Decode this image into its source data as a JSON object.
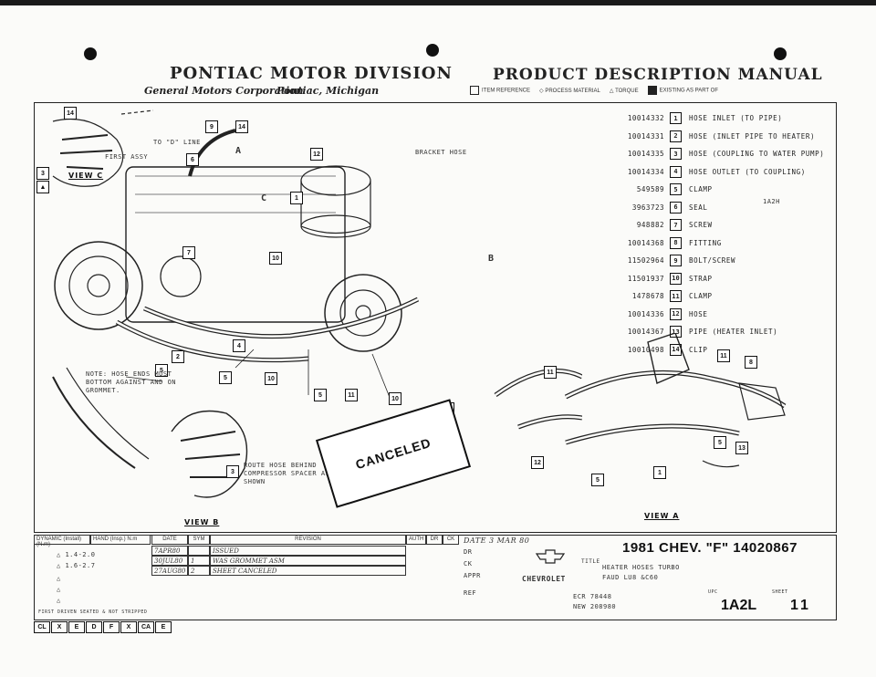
{
  "header": {
    "division": "PONTIAC MOTOR DIVISION",
    "corporation": "General Motors Corporation",
    "location": "Pontiac, Michigan",
    "manual_title": "PRODUCT DESCRIPTION MANUAL",
    "legend": [
      "ITEM REFERENCE",
      "PROCESS MATERIAL",
      "TORQUE",
      "EXISTING AS PART OF"
    ]
  },
  "parts": [
    {
      "index": "1",
      "number": "10014332",
      "description": "HOSE INLET (TO PIPE)"
    },
    {
      "index": "2",
      "number": "10014331",
      "description": "HOSE (INLET PIPE TO HEATER)"
    },
    {
      "index": "3",
      "number": "10014335",
      "description": "HOSE (COUPLING TO WATER PUMP)"
    },
    {
      "index": "4",
      "number": "10014334",
      "description": "HOSE OUTLET (TO COUPLING)"
    },
    {
      "index": "5",
      "number": "549589",
      "description": "CLAMP"
    },
    {
      "index": "6",
      "number": "3963723",
      "description": "SEAL"
    },
    {
      "index": "7",
      "number": "948882",
      "description": "SCREW"
    },
    {
      "index": "8",
      "number": "10014368",
      "description": "FITTING"
    },
    {
      "index": "9",
      "number": "11502964",
      "description": "BOLT/SCREW"
    },
    {
      "index": "10",
      "number": "11501937",
      "description": "STRAP"
    },
    {
      "index": "11",
      "number": "1478678",
      "description": "CLAMP"
    },
    {
      "index": "12",
      "number": "10014336",
      "description": "HOSE"
    },
    {
      "index": "13",
      "number": "10014367",
      "description": "PIPE (HEATER INLET)"
    },
    {
      "index": "14",
      "number": "10010498",
      "description": "CLIP"
    }
  ],
  "seal_screw_ref": "1A2H",
  "labels": {
    "view_c": "VIEW C",
    "view_b": "VIEW B",
    "view_a": "VIEW A",
    "bracket_note": "BRACKET HOSE",
    "hose_note": "NOTE: HOSE ENDS MUST BOTTOM AGAINST AND ON GROMMET.",
    "route_note": "ROUTE HOSE BEHIND COMPRESSOR SPACER AS SHOWN",
    "to_line": "TO \"D\" LINE",
    "first_assy": "FIRST ASSY",
    "callout_a": "A",
    "callout_b": "B",
    "callout_c": "C"
  },
  "stamp": "CANCELED",
  "title_block": {
    "dynamic_label": "DYNAMIC (Install)(N.m)",
    "hand_label": "HAND (Insp.) N.m",
    "torque_1": "1.4-2.0",
    "torque_2": "1.6-2.7",
    "revisions_header": [
      "DATE",
      "SYM",
      "REVISION",
      "AUTH",
      "DR",
      "CK"
    ],
    "revisions": [
      {
        "date": "7APR80",
        "sym": "",
        "text": "ISSUED"
      },
      {
        "date": "30JUL80",
        "sym": "1",
        "text": "WAS GROMMET ASM"
      },
      {
        "date": "27AUG80",
        "sym": "2",
        "text": "SHEET CANCELED"
      }
    ],
    "first_driven": "FIRST DRIVEN SEATED & NOT STRIPPED",
    "date_field": "DATE  3 MAR  80",
    "dr_field": "DR",
    "ck_field": "CK",
    "appr_field": "APPR",
    "ref_field": "REF",
    "chevrolet": "CHEVROLET",
    "model_title": "1981 CHEV. \"F\" 14020867",
    "title_label": "TITLE",
    "title_desc_1": "HEATER HOSES TURBO",
    "title_desc_2": "FAUD LU8 &C60",
    "ecr_1": "ECR 78448",
    "ecr_2": "NEW 208980",
    "upc_label": "UPC",
    "upc": "1A2L",
    "sheet_label": "SHEET",
    "sheet": "11"
  },
  "footer_codes": [
    "CL",
    "X",
    "E",
    "D",
    "F",
    "X",
    "CA",
    "E"
  ]
}
